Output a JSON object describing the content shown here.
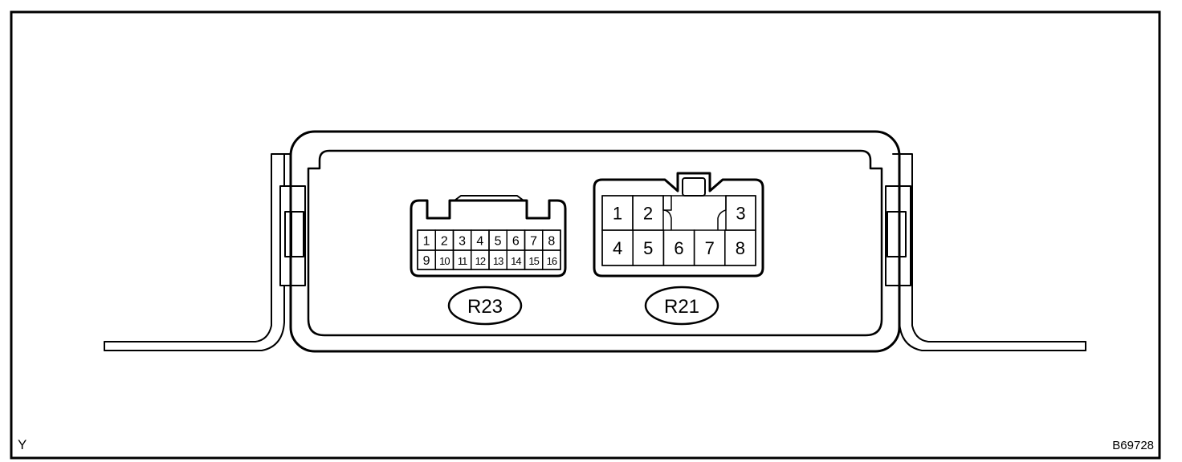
{
  "corner_letter": "Y",
  "figure_code": "B69728",
  "connectors": [
    {
      "label": "R23",
      "pins_top": [
        "1",
        "2",
        "3",
        "4",
        "5",
        "6",
        "7",
        "8"
      ],
      "pins_bottom": [
        "9",
        "10",
        "11",
        "12",
        "13",
        "14",
        "15",
        "16"
      ]
    },
    {
      "label": "R21",
      "pins_top": [
        "1",
        "2",
        "3"
      ],
      "pins_bottom": [
        "4",
        "5",
        "6",
        "7",
        "8"
      ]
    }
  ]
}
